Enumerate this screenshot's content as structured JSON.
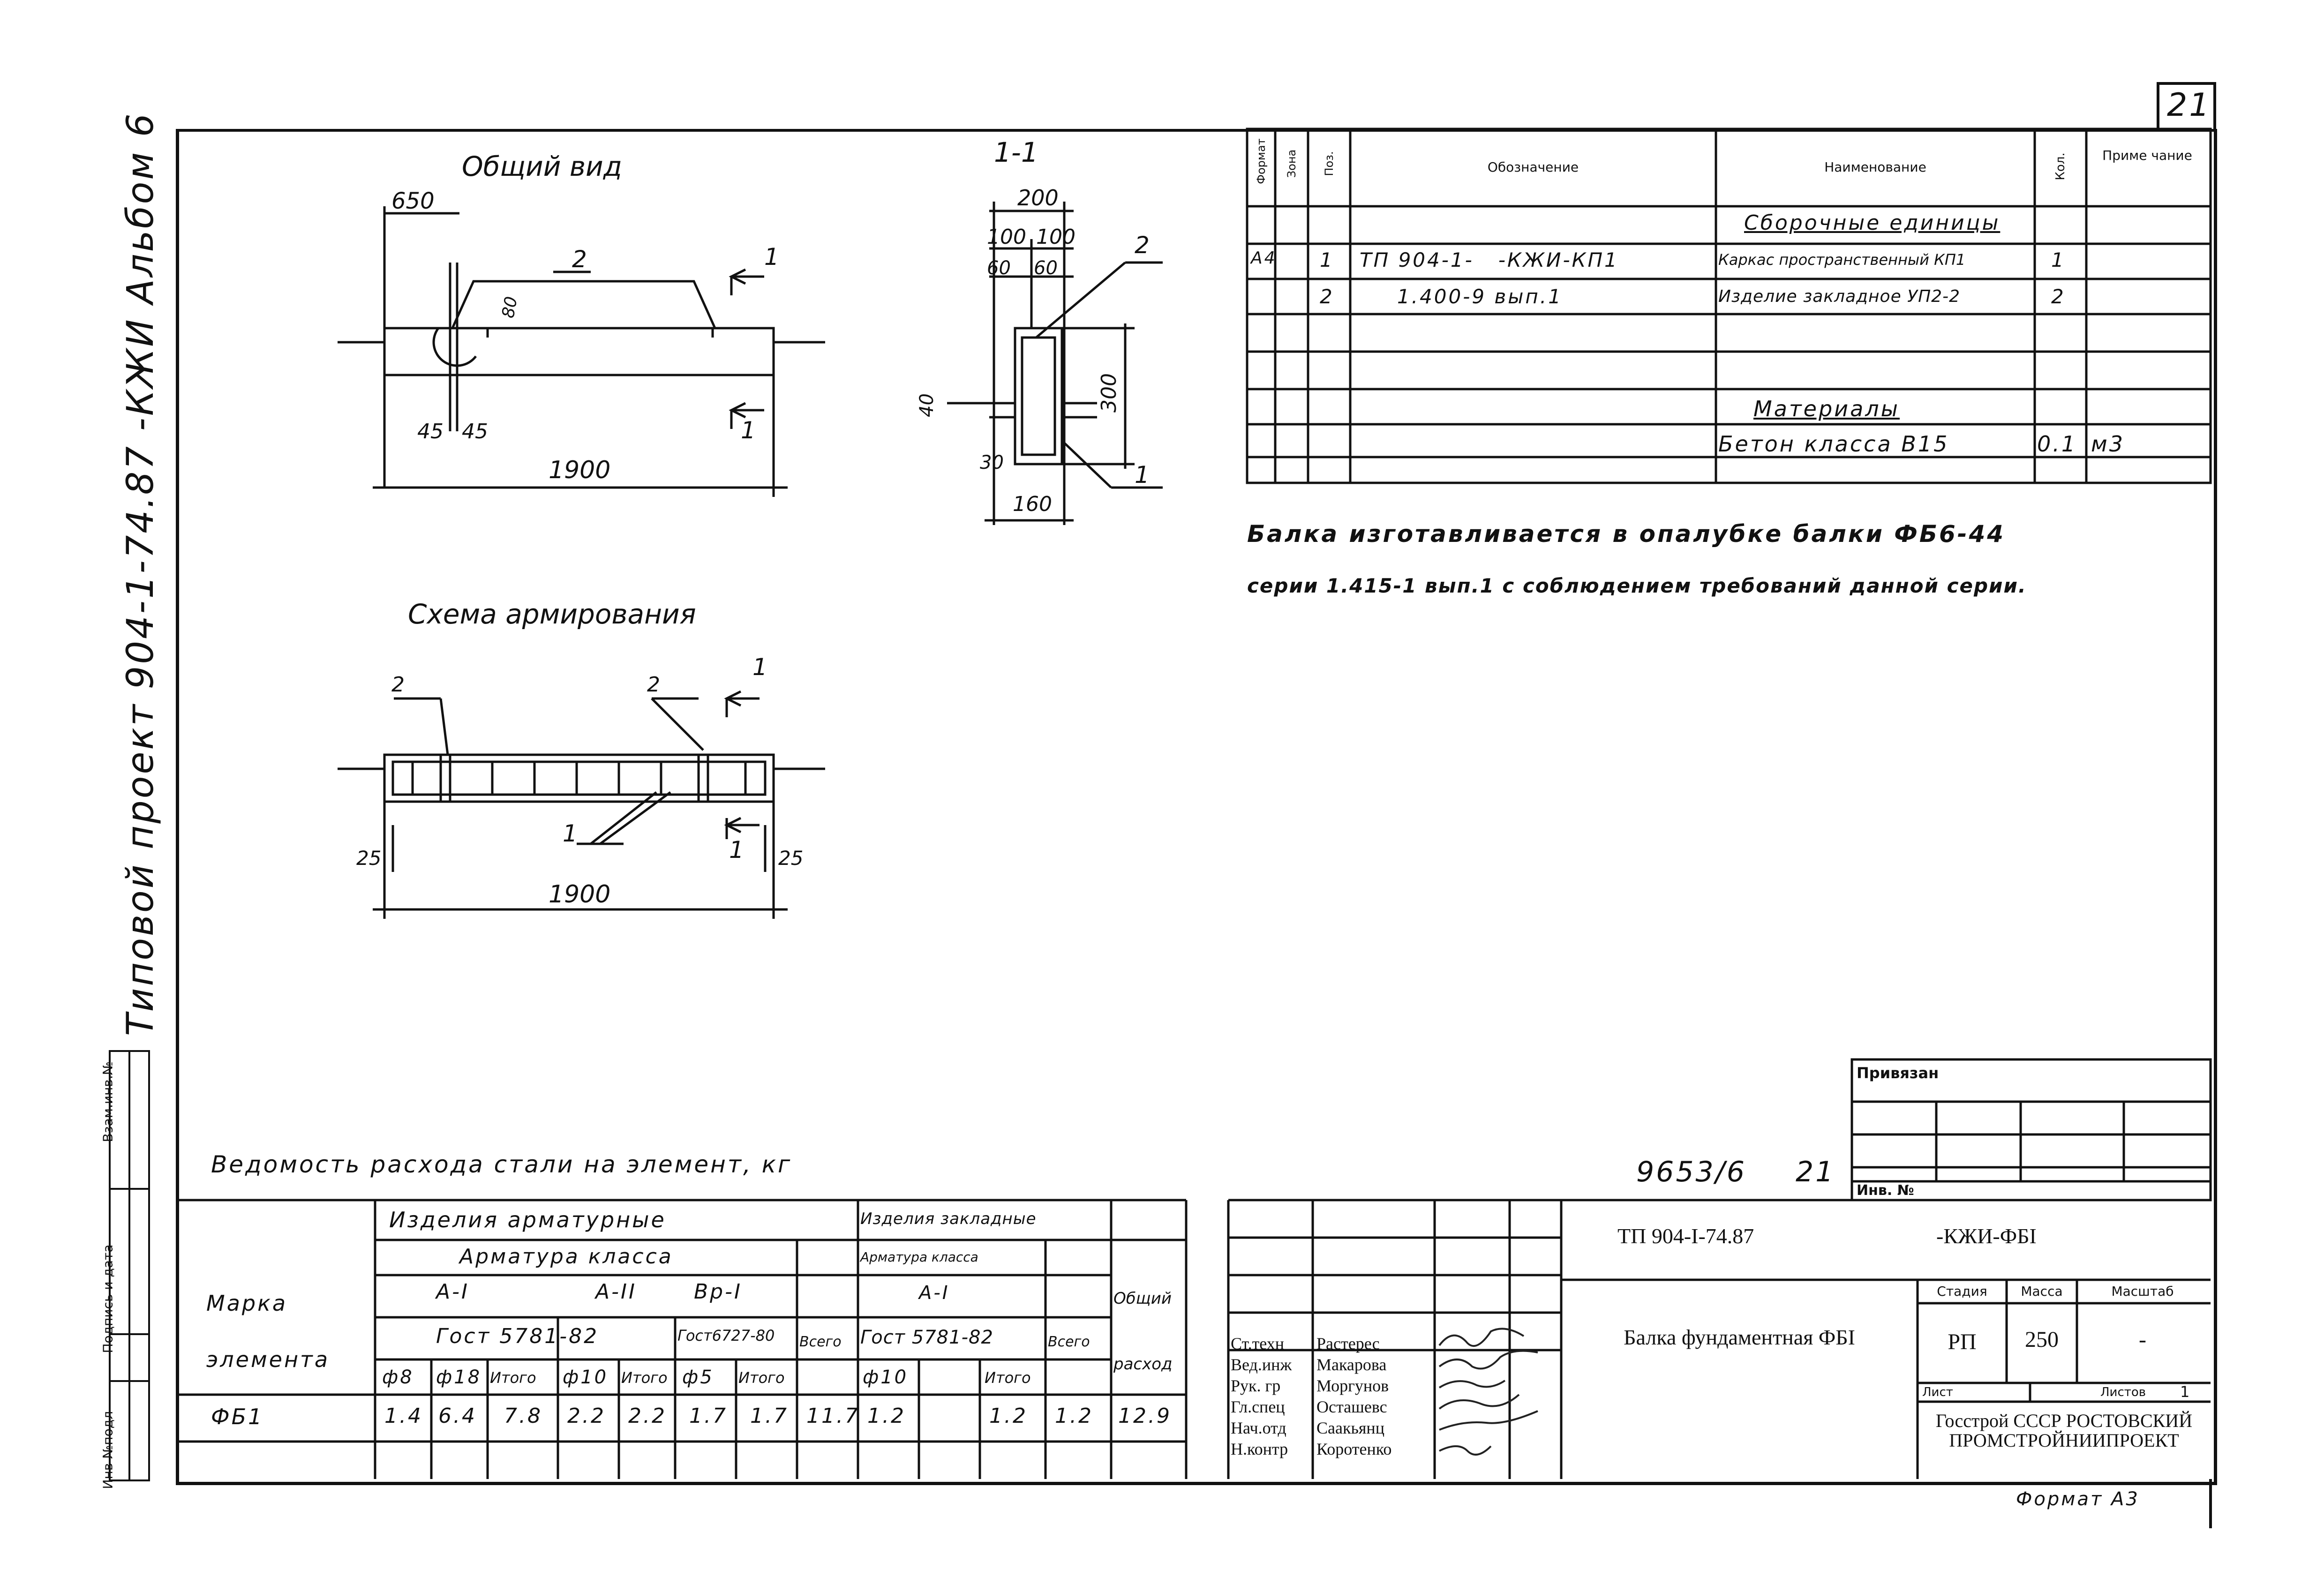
{
  "page_number": "21",
  "side_title": "Типовой проект 904-1-74.87 -КЖИ Альбом 6",
  "side_stamp_cols": [
    "Инв №подл",
    "Подпись и дата",
    "Взам.инв.№"
  ],
  "view": {
    "general_title": "Общий вид",
    "section_title": "1-1",
    "reinf_title": "Схема армирования",
    "dims": {
      "d650": "650",
      "d1900a": "1900",
      "d45a": "45",
      "d45b": "45",
      "d80": "80",
      "d200": "200",
      "d100a": "100",
      "d100b": "100",
      "d60a": "60",
      "d60b": "60",
      "d300": "300",
      "d40": "40",
      "d30": "30",
      "d160": "160",
      "d1900b": "1900",
      "d25a": "25",
      "d25b": "25"
    },
    "labels": {
      "one": "1",
      "two": "2"
    }
  },
  "spec": {
    "headers": [
      "Формат",
      "Зона",
      "Поз.",
      "Обозначение",
      "Наименование",
      "Кол.",
      "Приме чание"
    ],
    "sec_assembly": "Сборочные единицы",
    "rows": [
      {
        "fmt": "А4",
        "zone": "",
        "pos": "1",
        "des": "ТП 904-1-   -КЖИ-КП1",
        "name": "Каркас пространственный КП1",
        "qty": "1",
        "note": ""
      },
      {
        "fmt": "",
        "zone": "",
        "pos": "2",
        "des": "1.400-9 вып.1",
        "name": "Изделие закладное УП2-2",
        "qty": "2",
        "note": ""
      }
    ],
    "sec_materials": "Материалы",
    "mat_row": {
      "name": "Бетон класса В15",
      "qty": "0.1",
      "note": "м3"
    }
  },
  "note_line1": "Балка изготавливается в опалубке балки ФБ6-44",
  "note_line2": "серии 1.415-1 вып.1 с соблюдением требований данной серии.",
  "steel": {
    "caption": "Ведомость расхода стали на элемент, кг",
    "mark_header": "Марка элемента",
    "h_arm_items": "Изделия арматурные",
    "h_arm_class": "Арматура класса",
    "h_a1": "А-I",
    "h_a2": "А-II",
    "h_bp1": "Вр-I",
    "h_gost5781": "Гост 5781-82",
    "h_gost6727": "Гост6727-80",
    "h_total": "Всего",
    "h_emb_items": "Изделия закладные",
    "h_emb_class": "Арматура класса",
    "h_emb_a1": "А-I",
    "h_emb_gost": "Гост 5781-82",
    "h_emb_total": "Всего",
    "h_overall": "Общий расход",
    "sub": [
      "ф8",
      "ф18",
      "Итого",
      "ф10",
      "Итого",
      "ф5",
      "Итого",
      "ф10",
      "",
      "Итого"
    ],
    "row": {
      "mark": "ФБ1",
      "v": [
        "1.4",
        "6.4",
        "7.8",
        "2.2",
        "2.2",
        "1.7",
        "1.7",
        "11.7",
        "1.2",
        "",
        "1.2",
        "1.2",
        "12.9"
      ]
    }
  },
  "binding": {
    "label": "Привязан",
    "inv": "Инв. №"
  },
  "sheet_code": "9653/6",
  "sheet_no": "21",
  "title_block": {
    "project": "ТП 904-I-74.87",
    "project_suffix": "-КЖИ-ФБI",
    "item_name": "Балка фундаментная ФБI",
    "stage_h": "Стадия",
    "mass_h": "Масса",
    "scale_h": "Масштаб",
    "stage": "РП",
    "mass": "250",
    "scale": "-",
    "sheet_h": "Лист",
    "sheets_h": "Листов",
    "sheets": "1",
    "org": "Госстрой СССР РОСТОВСКИЙ ПРОМСТРОЙНИИПРОЕКТ",
    "people": [
      {
        "role": "Ст.техн",
        "name": "Растерес"
      },
      {
        "role": "Вед.инж",
        "name": "Макарова"
      },
      {
        "role": "Рук. гр",
        "name": "Моргунов"
      },
      {
        "role": "Гл.спец",
        "name": "Осташевс"
      },
      {
        "role": "Нач.отд",
        "name": "Саакьянц"
      },
      {
        "role": "Н.контр",
        "name": "Коротенко"
      }
    ]
  },
  "format_label": "Формат А3"
}
